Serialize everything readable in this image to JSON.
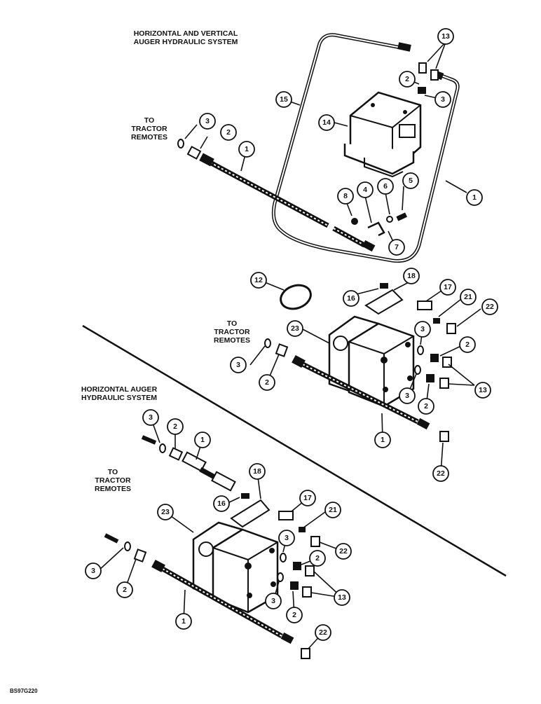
{
  "titles": {
    "top_system": "HORIZONTAL AND VERTICAL\nAUGER HYDRAULIC SYSTEM",
    "bottom_system": "HORIZONTAL AUGER\nHYDRAULIC SYSTEM"
  },
  "labels": {
    "tractor_remotes": "TO\nTRACTOR\nREMOTES"
  },
  "figure_code": "BS97G220",
  "callouts": [
    "1",
    "2",
    "3",
    "4",
    "5",
    "6",
    "7",
    "8",
    "12",
    "13",
    "14",
    "15",
    "16",
    "17",
    "18",
    "21",
    "22",
    "23"
  ]
}
